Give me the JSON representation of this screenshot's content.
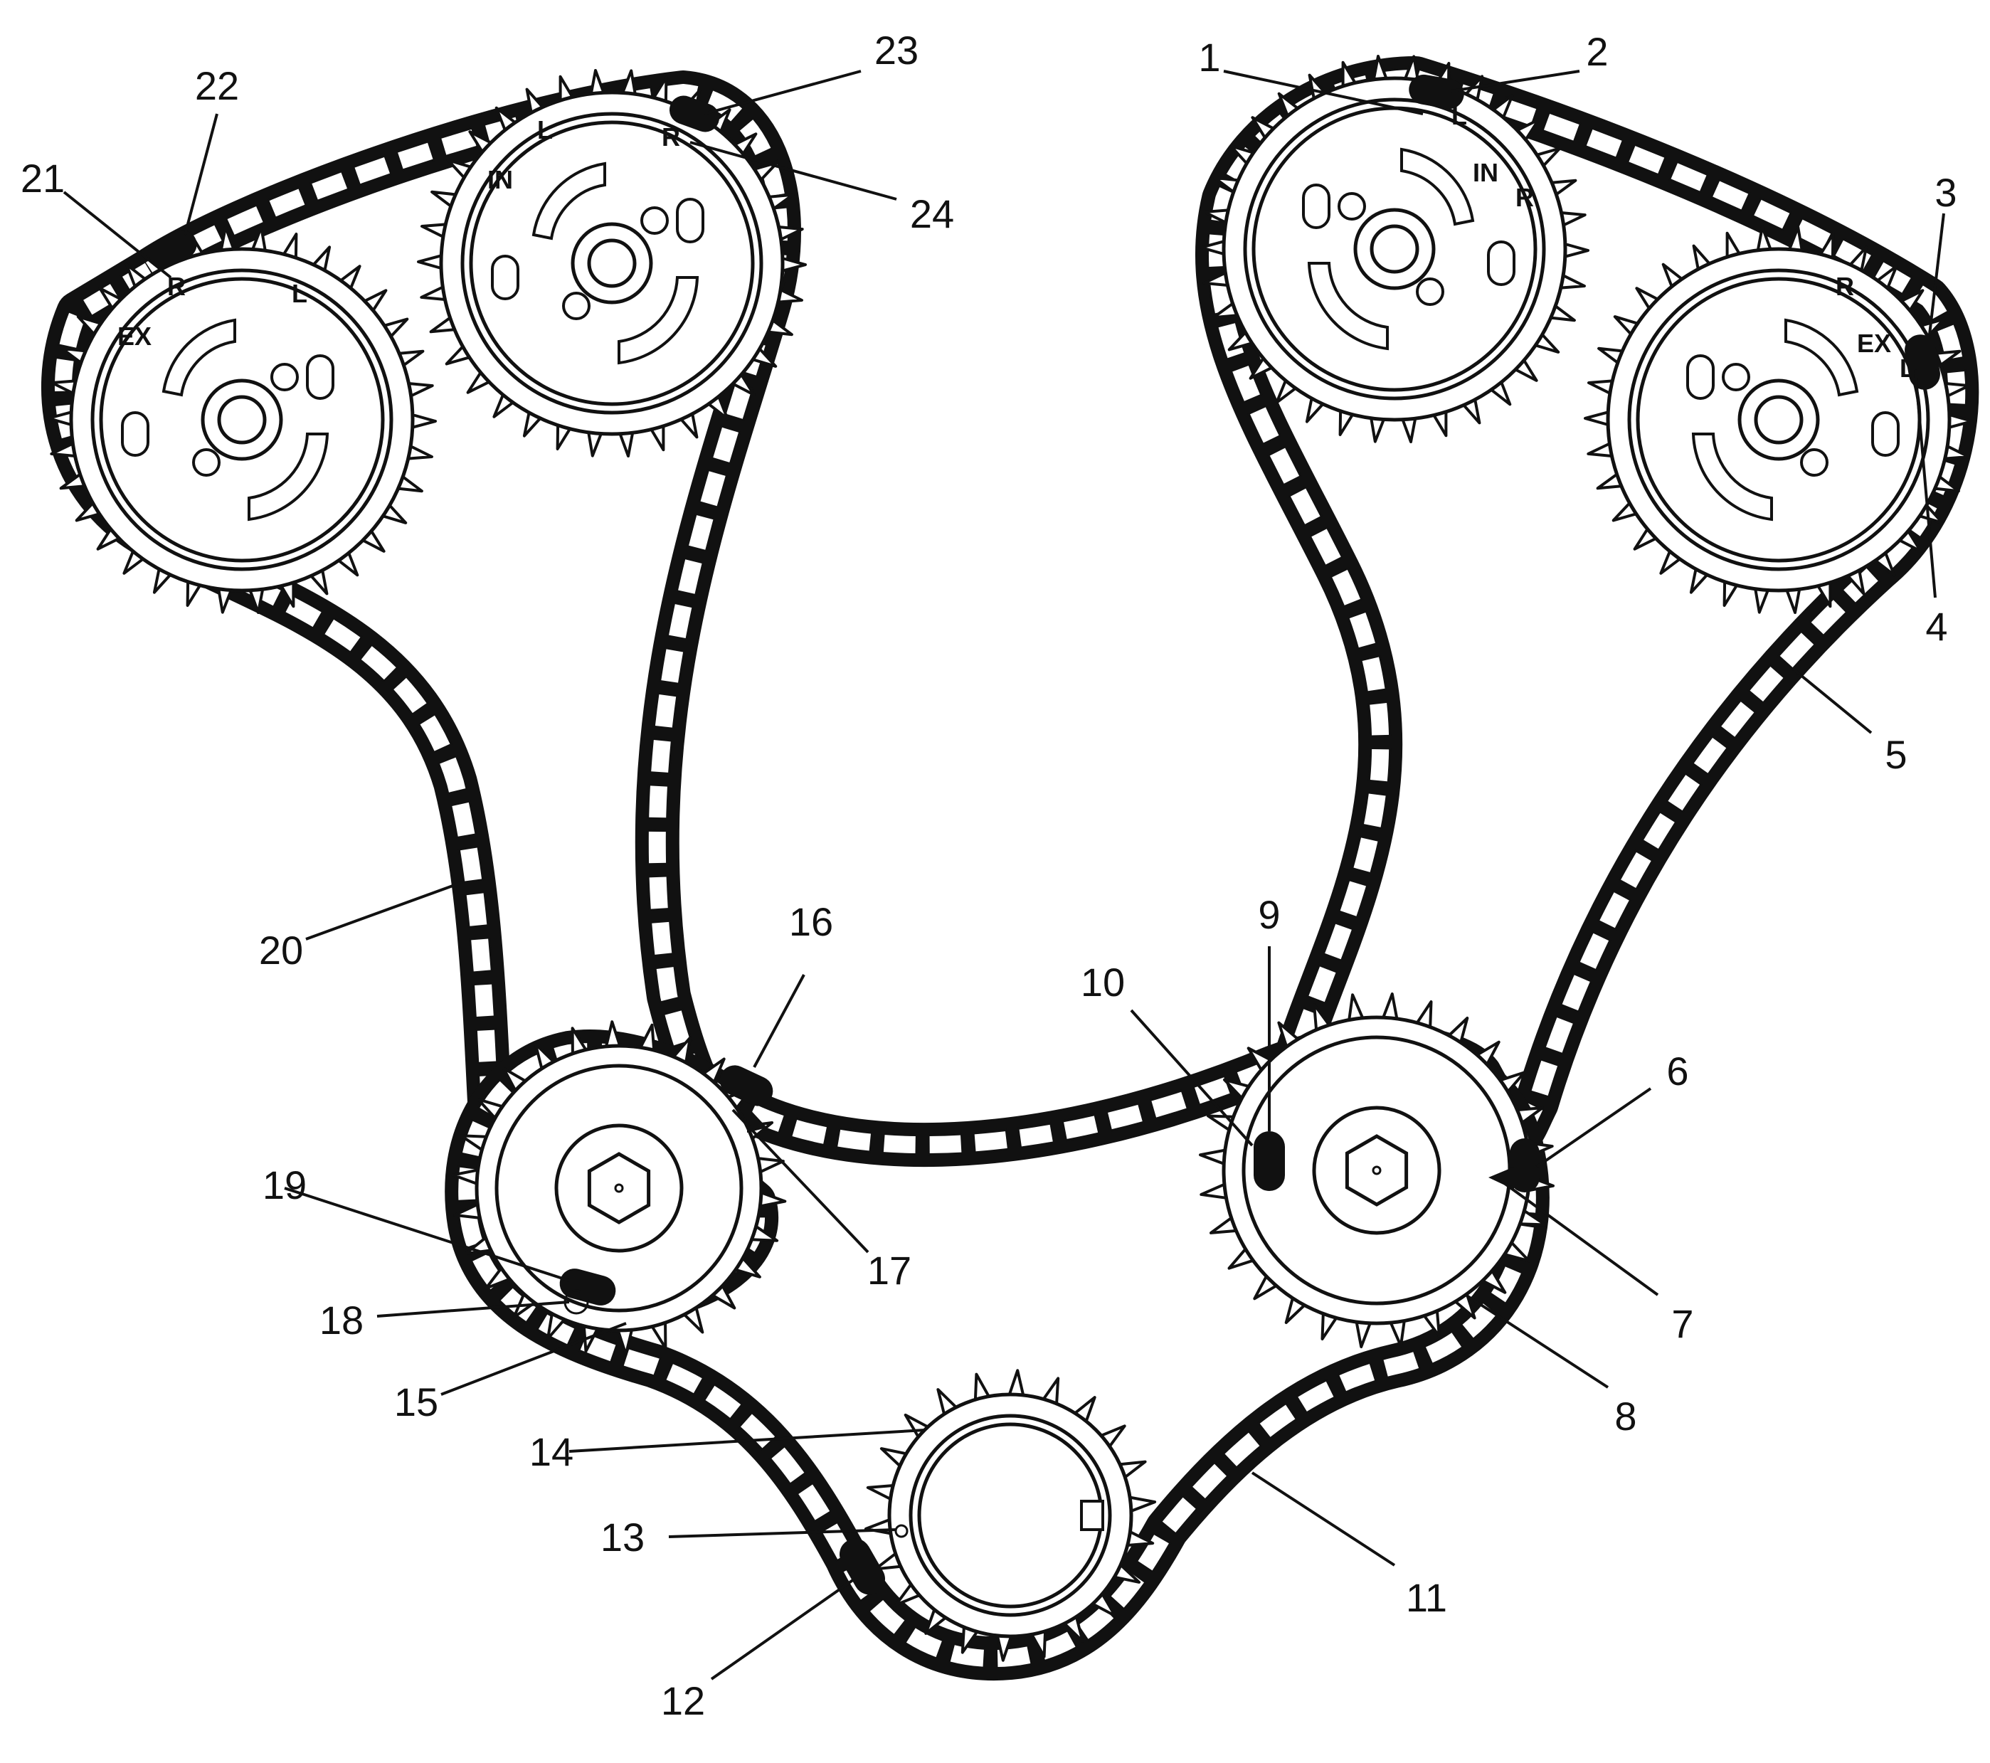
{
  "callouts": [
    {
      "label": "1"
    },
    {
      "label": "2"
    },
    {
      "label": "3"
    },
    {
      "label": "4"
    },
    {
      "label": "5"
    },
    {
      "label": "6"
    },
    {
      "label": "7"
    },
    {
      "label": "8"
    },
    {
      "label": "9"
    },
    {
      "label": "10"
    },
    {
      "label": "11"
    },
    {
      "label": "12"
    },
    {
      "label": "13"
    },
    {
      "label": "14"
    },
    {
      "label": "15"
    },
    {
      "label": "16"
    },
    {
      "label": "17"
    },
    {
      "label": "18"
    },
    {
      "label": "19"
    },
    {
      "label": "20"
    },
    {
      "label": "21"
    },
    {
      "label": "22"
    },
    {
      "label": "23"
    },
    {
      "label": "24"
    }
  ],
  "gear_marks": {
    "left_exhaust": {
      "name": "EX",
      "mark_a": "R",
      "mark_b": "L"
    },
    "left_intake": {
      "name": "IN",
      "mark_a": "L",
      "mark_b": "R"
    },
    "right_intake": {
      "name": "IN",
      "mark_a": "L",
      "mark_b": "R"
    },
    "right_exhaust": {
      "name": "EX",
      "mark_a": "R",
      "mark_b": "L"
    }
  }
}
